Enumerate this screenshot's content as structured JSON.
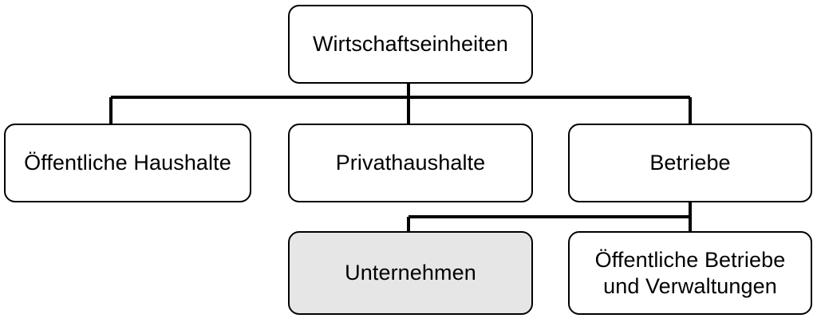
{
  "diagram": {
    "title": "Wirtschaftseinheiten",
    "accent_color": "#000000",
    "shaded_fill": "#e6e6e6",
    "background": "#ffffff",
    "nodes": [
      {
        "id": "wirtschaftseinheiten",
        "label": "Wirtschaftseinheiten",
        "level": 0,
        "shaded": false
      },
      {
        "id": "oeffentliche-haushalte",
        "label": "Öffentliche Haushalte",
        "level": 1,
        "shaded": false
      },
      {
        "id": "privathaushalte",
        "label": "Privathaushalte",
        "level": 1,
        "shaded": false
      },
      {
        "id": "betriebe",
        "label": "Betriebe",
        "level": 1,
        "shaded": false
      },
      {
        "id": "unternehmen",
        "label": "Unternehmen",
        "level": 2,
        "shaded": true
      },
      {
        "id": "oeffentliche-betriebe",
        "label": "Öffentliche Betriebe\nund Verwaltungen",
        "level": 2,
        "shaded": false
      }
    ],
    "edges": [
      {
        "from": "wirtschaftseinheiten",
        "to": "oeffentliche-haushalte"
      },
      {
        "from": "wirtschaftseinheiten",
        "to": "privathaushalte"
      },
      {
        "from": "wirtschaftseinheiten",
        "to": "betriebe"
      },
      {
        "from": "betriebe",
        "to": "unternehmen"
      },
      {
        "from": "betriebe",
        "to": "oeffentliche-betriebe"
      }
    ]
  }
}
